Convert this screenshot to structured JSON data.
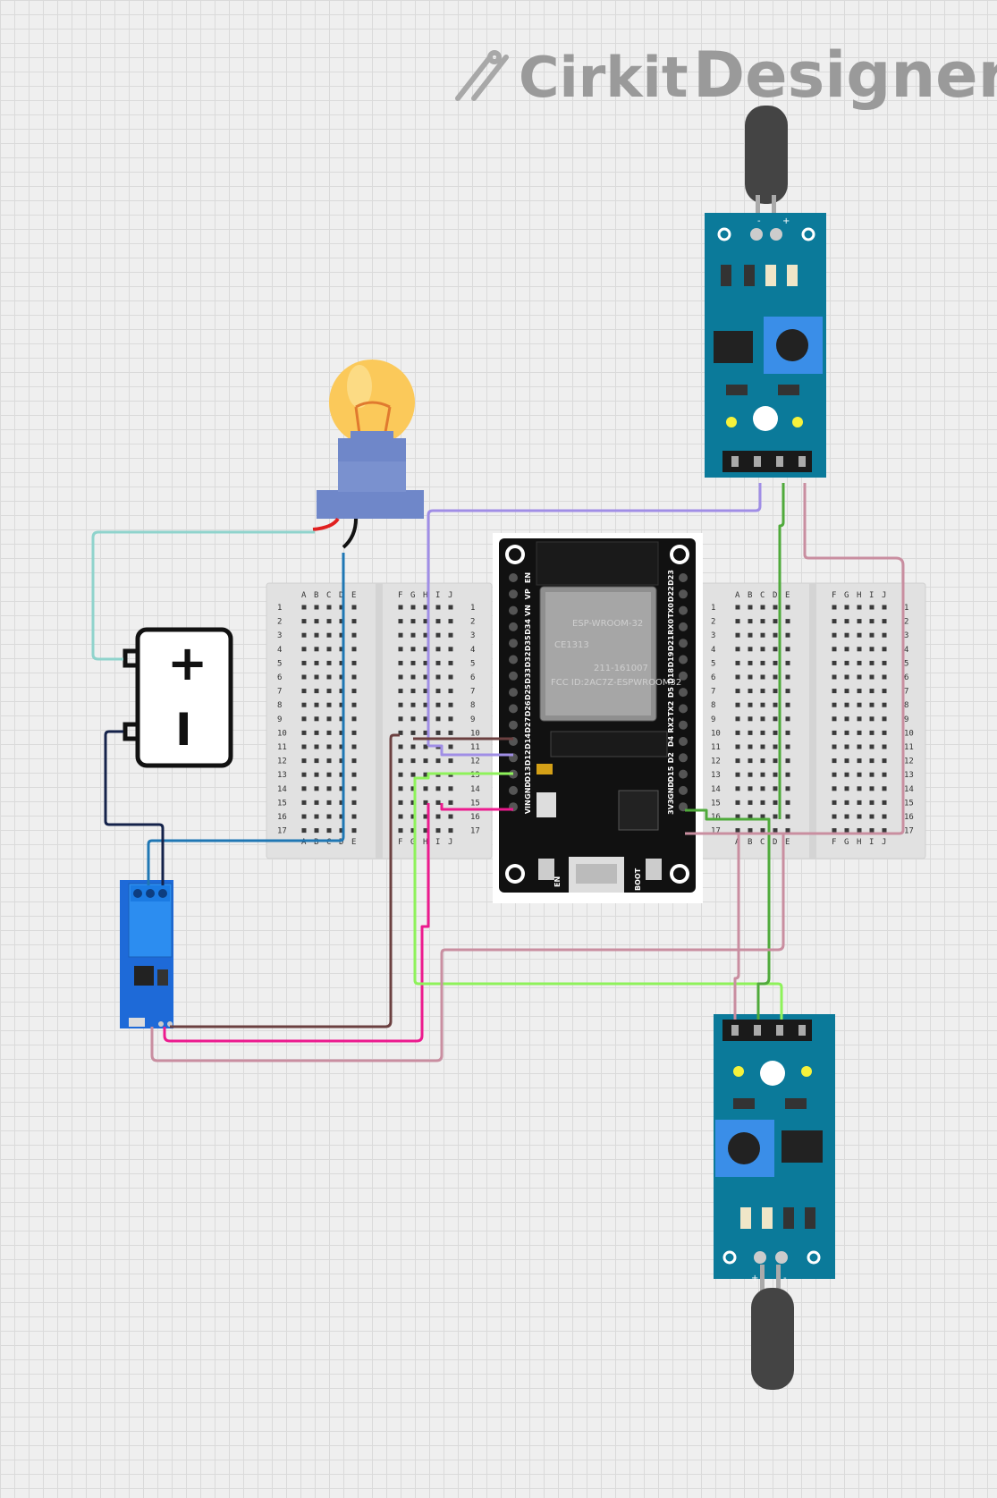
{
  "logo": {
    "word1": "Cirkit",
    "word2": "Designer"
  },
  "breadboard": {
    "cols_left": [
      "A",
      "B",
      "C",
      "D",
      "E"
    ],
    "cols_right": [
      "F",
      "G",
      "H",
      "I",
      "J"
    ],
    "rows": [
      "1",
      "2",
      "3",
      "4",
      "5",
      "6",
      "7",
      "8",
      "9",
      "10",
      "11",
      "12",
      "13",
      "14",
      "15",
      "16",
      "17"
    ]
  },
  "battery": {
    "plus": "+",
    "minus": "I"
  },
  "esp32": {
    "module": "ESP-WROOM-32",
    "ce": "CE1313",
    "r_id": "211-161007",
    "fcc": "FCC ID:2AC7Z-ESPWROOM32",
    "left_pins": [
      "EN",
      "VP",
      "VN",
      "D34",
      "D35",
      "D32",
      "D33",
      "D25",
      "D26",
      "D27",
      "D14",
      "D12",
      "D13",
      "GND",
      "VIN"
    ],
    "right_pins": [
      "D23",
      "D22",
      "TX0",
      "RX0",
      "D21",
      "D19",
      "D18",
      "D5",
      "TX2",
      "RX2",
      "D4",
      "D2",
      "D15",
      "GND",
      "3V3"
    ],
    "btn_en": "EN",
    "btn_boot": "BOOT"
  },
  "sensor_pin_marks": {
    "minus": "-",
    "plus": "+"
  },
  "wire_colors": {
    "teal": "#8fd3cc",
    "blue": "#1f77b4",
    "navy": "#14224a",
    "purple": "#a08ee6",
    "brown": "#6b4040",
    "magenta": "#ec1a8e",
    "lime": "#8ef25a",
    "green": "#4faa3b",
    "pink": "#c98ea0"
  }
}
